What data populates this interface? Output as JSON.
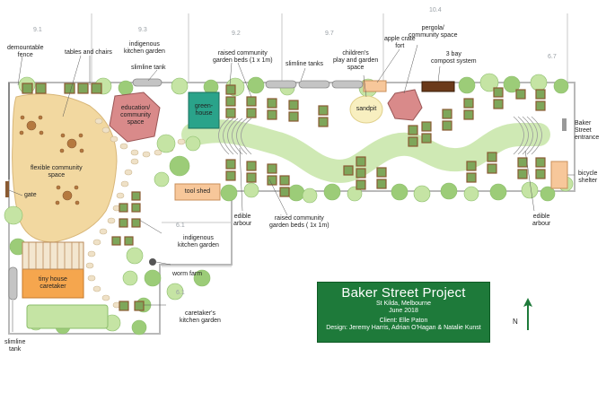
{
  "dimensions": [
    "9.1",
    "9.3",
    "9.2",
    "9.7",
    "10.4",
    "6.7",
    "6.1",
    "6.1"
  ],
  "labels": {
    "demountable_fence": "demountable\nfence",
    "tables_and_chairs": "tables and chairs",
    "indigenous_garden_top": "indigenous\nkitchen garden",
    "slimline_tank_top": "slimline tank",
    "raised_beds_top": "raised community\ngarden beds (1 x 1m)",
    "slimline_tanks": "slimline tanks",
    "childrens_play": "children's\nplay and garden\nspace",
    "apple_crate_fort": "apple crate\nfort",
    "pergola": "pergola/\ncommunity space",
    "compost": "3 bay\ncompost system",
    "baker_street_entrance": "Baker\nStreet\nentrance",
    "bicycle_shelter": "bicycle\nshelter",
    "education": "education/\ncommunity\nspace",
    "greenhouse": "green-\nhouse",
    "sandpit": "sandpit",
    "flexible_space": "flexible community\nspace",
    "gate": "gate",
    "tool_shed": "tool shed",
    "edible_arbour_left": "edible\narbour",
    "raised_beds_bottom": "raised community\ngarden beds ( 1x 1m)",
    "edible_arbour_right": "edible\narbour",
    "indigenous_garden_mid": "indigenous\nkitchen garden",
    "worm_farm": "worm farm",
    "tiny_house": "tiny house\ncaretaker",
    "caretakers_garden": "caretaker's\nkitchen garden",
    "slimline_tank_bottom": "slimline\ntank"
  },
  "title_box": {
    "title": "Baker Street Project",
    "location": "St Kilda, Melbourne",
    "date": "June 2018",
    "client": "Client: Elle Paton",
    "design": "Design: Jeremy Harris, Adrian O'Hagan & Natalie Kunst"
  },
  "north_label": "N",
  "colors": {
    "path_green": "#cfe9b4",
    "sand": "#f2d8a0",
    "tree_light": "#c5e4a4",
    "tree_mid": "#9ccc78",
    "bed_brown": "#8a5a32",
    "bed_green": "#7ea65a",
    "education_fill": "#d98a8a",
    "greenhouse_fill": "#2aa38a",
    "tool_shed_fill": "#f7c79a",
    "tiny_house_fill": "#f5a64e",
    "title_green": "#1e7a3a"
  }
}
